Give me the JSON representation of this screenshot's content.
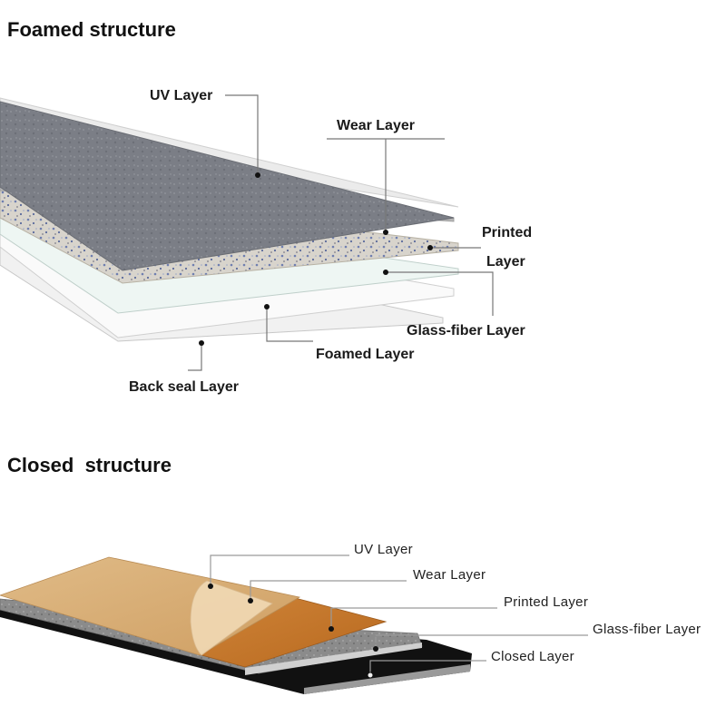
{
  "foamed": {
    "title": "Foamed structure",
    "labels": {
      "uv": "UV Layer",
      "wear": "Wear Layer",
      "printed_line1": "Printed",
      "printed_line2": "Layer",
      "glass": "Glass-fiber Layer",
      "foamed": "Foamed Layer",
      "backseal": "Back seal Layer"
    }
  },
  "closed": {
    "title": "Closed  structure",
    "labels": {
      "uv": "UV Layer",
      "wear": "Wear Layer",
      "printed": "Printed Layer",
      "glass": "Glass-fiber Layer",
      "closed": "Closed Layer"
    }
  },
  "colors": {
    "leader_line": "#777777",
    "foamed_uv_surface": "#7d8088",
    "foamed_printed_speckle": "#6f7fb0",
    "closed_wood": "#d9b07a",
    "closed_printed": "#c77a2c",
    "closed_glass": "#8a8a8a",
    "closed_base": "#111111"
  }
}
